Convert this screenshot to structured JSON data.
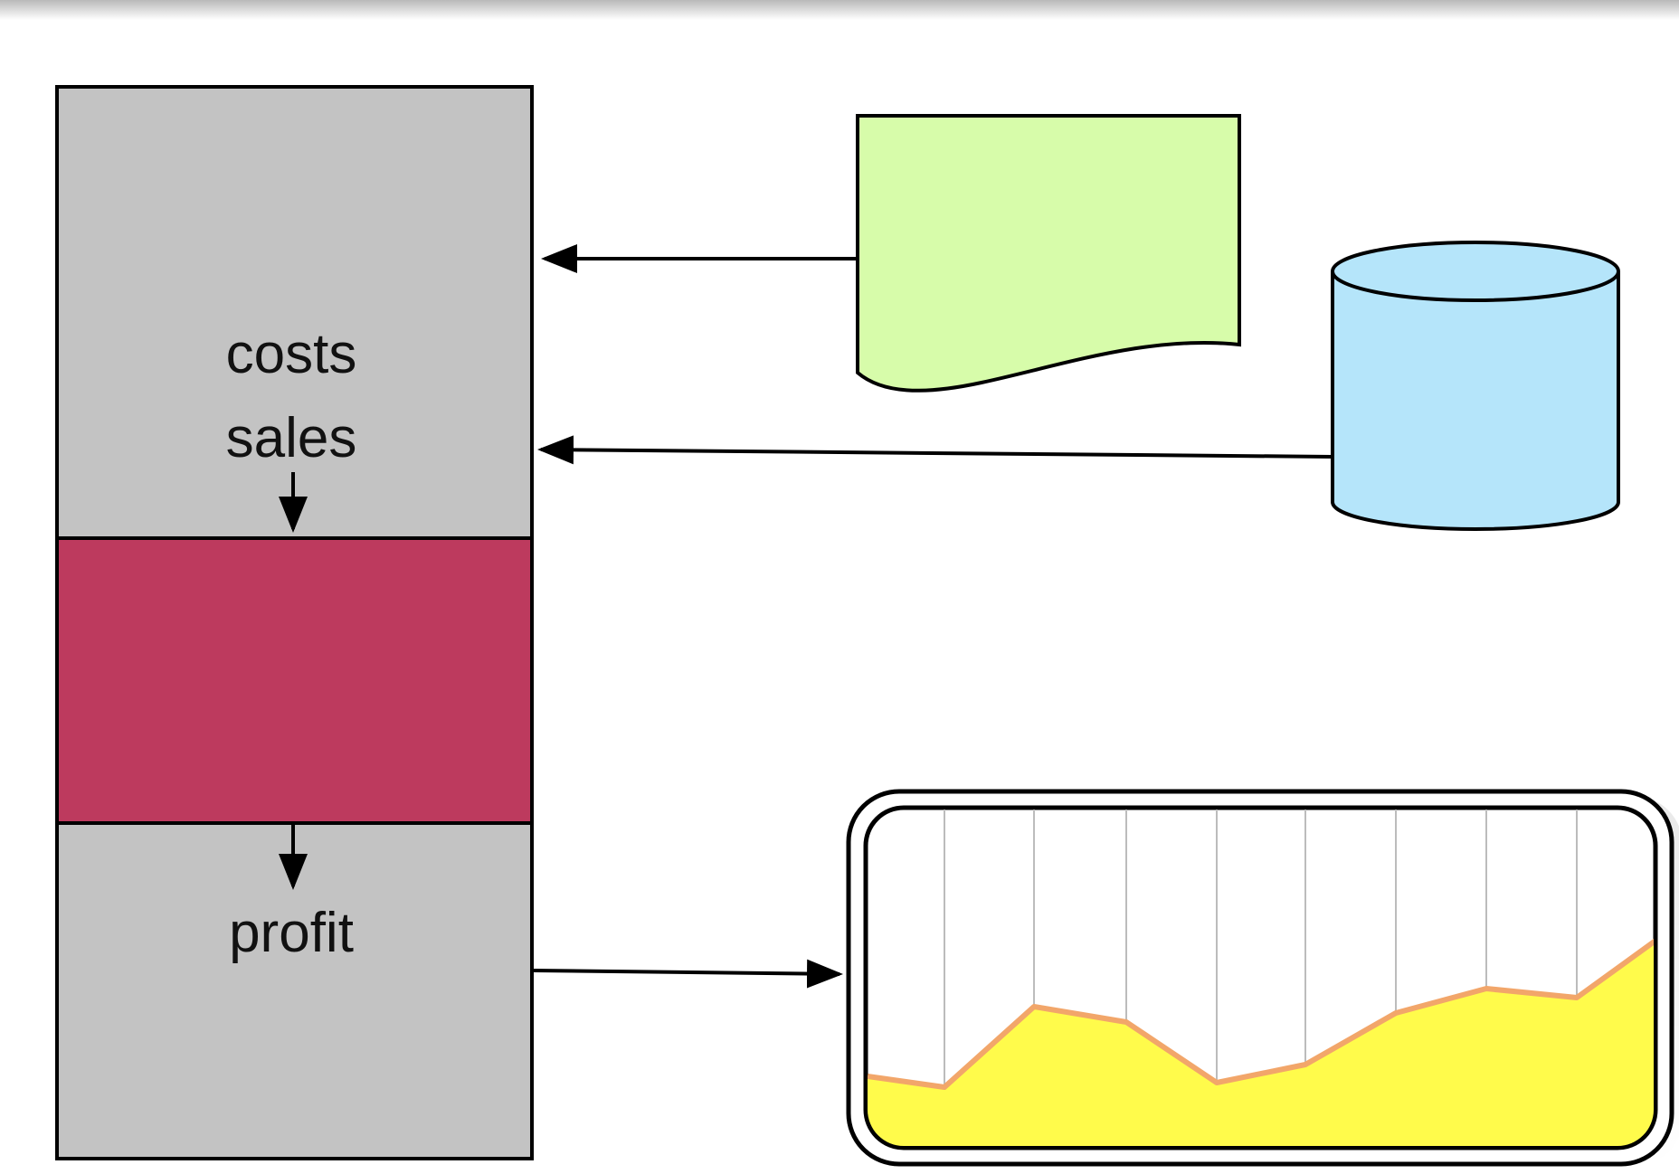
{
  "labels": {
    "costs": "costs",
    "sales": "sales",
    "profit": "profit"
  },
  "colors": {
    "block_gray": "#c3c3c3",
    "block_red": "#bd3a5e",
    "document_green": "#d7fcaa",
    "database_blue": "#b5e5fa",
    "chart_fill": "#fffb4b",
    "chart_line": "#f2a66a"
  }
}
